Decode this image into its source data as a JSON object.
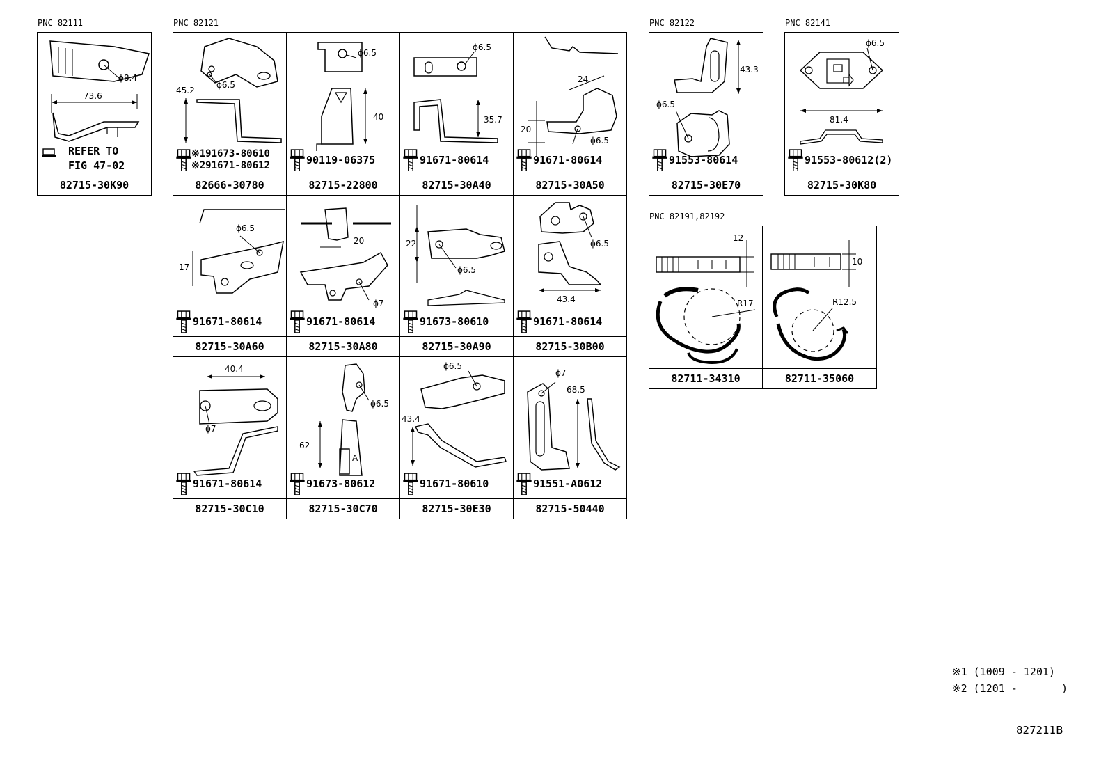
{
  "pnc_labels": {
    "p82111": "PNC 82111",
    "p82121": "PNC 82121",
    "p82122": "PNC 82122",
    "p82141": "PNC 82141",
    "p82191": "PNC 82191,82192"
  },
  "refer": {
    "line1": "REFER TO",
    "line2": "FIG 47-02"
  },
  "cells": {
    "c82715_30K90": {
      "part": "82715-30K90",
      "dims": [
        "ϕ8.4",
        "73.6"
      ]
    },
    "c82666_30780": {
      "part": "82666-30780",
      "bolt1": "※191673-80610",
      "bolt2": "※291671-80612",
      "dims": [
        "45.2",
        "ϕ6.5"
      ]
    },
    "c82715_22800": {
      "part": "82715-22800",
      "bolt": "90119-06375",
      "dims": [
        "ϕ6.5",
        "40"
      ]
    },
    "c82715_30A40": {
      "part": "82715-30A40",
      "bolt": "91671-80614",
      "dims": [
        "ϕ6.5",
        "35.7"
      ]
    },
    "c82715_30A50": {
      "part": "82715-30A50",
      "bolt": "91671-80614",
      "dims": [
        "24",
        "20",
        "ϕ6.5"
      ]
    },
    "c82715_30E70": {
      "part": "82715-30E70",
      "bolt": "91553-80614",
      "dims": [
        "43.3",
        "ϕ6.5"
      ]
    },
    "c82715_30K80": {
      "part": "82715-30K80",
      "bolt": "91553-80612(2)",
      "dims": [
        "ϕ6.5",
        "81.4"
      ]
    },
    "c82715_30A60": {
      "part": "82715-30A60",
      "bolt": "91671-80614",
      "dims": [
        "ϕ6.5",
        "17"
      ]
    },
    "c82715_30A80": {
      "part": "82715-30A80",
      "bolt": "91671-80614",
      "dims": [
        "20",
        "ϕ7"
      ]
    },
    "c82715_30A90": {
      "part": "82715-30A90",
      "bolt": "91673-80610",
      "dims": [
        "22",
        "ϕ6.5"
      ]
    },
    "c82715_30B00": {
      "part": "82715-30B00",
      "bolt": "91671-80614",
      "dims": [
        "ϕ6.5",
        "43.4"
      ]
    },
    "c82715_30C10": {
      "part": "82715-30C10",
      "bolt": "91671-80614",
      "dims": [
        "40.4",
        "ϕ7"
      ]
    },
    "c82715_30C70": {
      "part": "82715-30C70",
      "bolt": "91673-80612",
      "dims": [
        "ϕ6.5",
        "62",
        "A"
      ]
    },
    "c82715_30E30": {
      "part": "82715-30E30",
      "bolt": "91671-80610",
      "dims": [
        "ϕ6.5",
        "43.4"
      ]
    },
    "c82715_50440": {
      "part": "82715-50440",
      "bolt": "91551-A0612",
      "dims": [
        "ϕ7",
        "68.5"
      ]
    },
    "c82711_34310": {
      "part": "82711-34310",
      "dims": [
        "12",
        "R17"
      ]
    },
    "c82711_35060": {
      "part": "82711-35060",
      "dims": [
        "10",
        "R12.5"
      ]
    }
  },
  "notes": {
    "n1": "※1 (1009 - 1201)",
    "n2": "※2 (1201 -       )"
  },
  "drawing_code": "827211B"
}
